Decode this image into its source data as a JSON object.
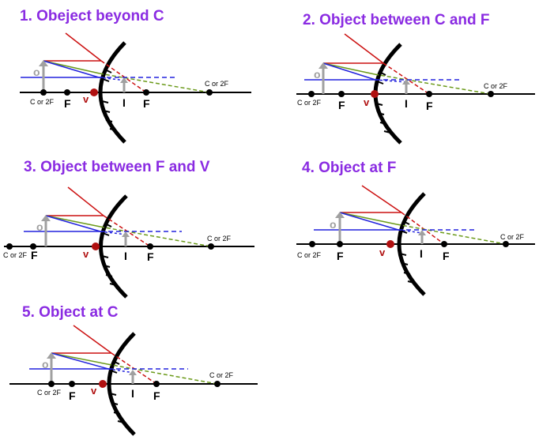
{
  "colors": {
    "title": "#8a2be2",
    "axis": "#000000",
    "mirror": "#000000",
    "object_arrow": "#a0a0a0",
    "image_arrow": "#a0a0a0",
    "vertex": "#b01010",
    "ray_red": "#cc1111",
    "ray_olive": "#6b9a1a",
    "ray_blue": "#2222dd"
  },
  "labels": {
    "object": "o",
    "image": "I",
    "vertex": "v",
    "center": "C or 2F",
    "focus": "F"
  },
  "panels": [
    {
      "id": "p1",
      "title": "1. Obeject beyond C"
    },
    {
      "id": "p2",
      "title": "2. Object between C and F"
    },
    {
      "id": "p3",
      "title": "3. Object between F and V"
    },
    {
      "id": "p4",
      "title": "4. Object at F"
    },
    {
      "id": "p5",
      "title": "5. Object at C"
    }
  ]
}
